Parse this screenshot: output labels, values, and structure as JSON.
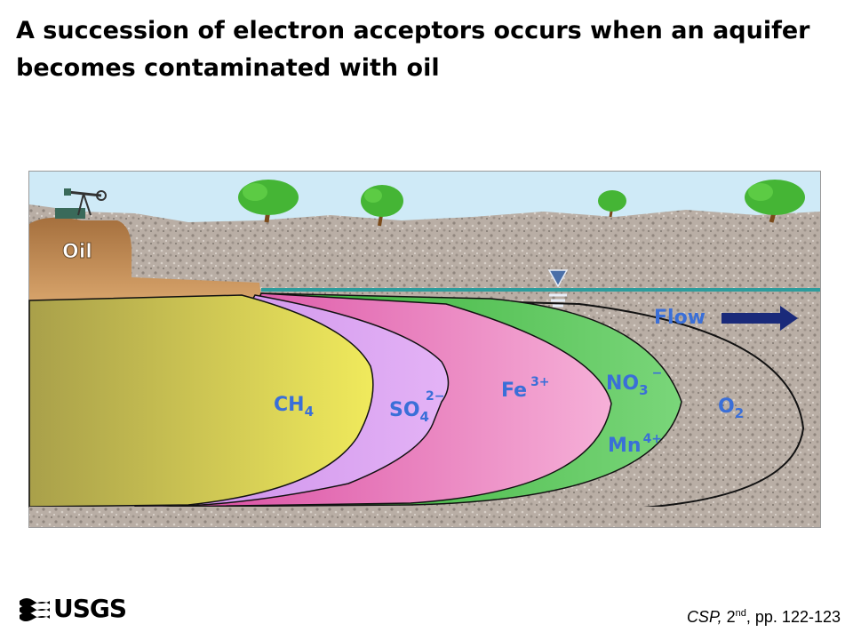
{
  "slide": {
    "title": "A succession of electron acceptors occurs when an aquifer becomes contaminated with oil"
  },
  "diagram": {
    "labels": {
      "oil": "Oil",
      "flow": "Flow",
      "ch4_main": "CH",
      "ch4_sub": "4",
      "so4_main": "SO",
      "so4_sub": "4",
      "so4_sup": "2−",
      "fe_main": "Fe",
      "fe_sup": "3+",
      "no3_main": "NO",
      "no3_sub": "3",
      "no3_sup": "−",
      "mn_main": "Mn",
      "mn_sup": "4+",
      "o2_main": "O",
      "o2_sub": "2"
    },
    "colors": {
      "sky": "#cfeaf7",
      "soil": "#b9aea5",
      "oil": "#c9925a",
      "ch4_zone": "#e9e25a",
      "so4_zone": "#d9a0f0",
      "fe_zone": "#ef7fc0",
      "no3_zone": "#55c455",
      "water_table": "#2e9c9c",
      "flow_arrow": "#1a2a7a",
      "label_blue": "#3a6fd8"
    },
    "icons": [
      "oil-pump-icon",
      "tree-icon",
      "water-table-marker-icon",
      "flow-arrow-icon"
    ]
  },
  "footer": {
    "logo_text": "USGS",
    "citation_source": "CSP,",
    "citation_edition": " 2",
    "citation_sup": "nd",
    "citation_pages": ", pp. 122-123"
  }
}
